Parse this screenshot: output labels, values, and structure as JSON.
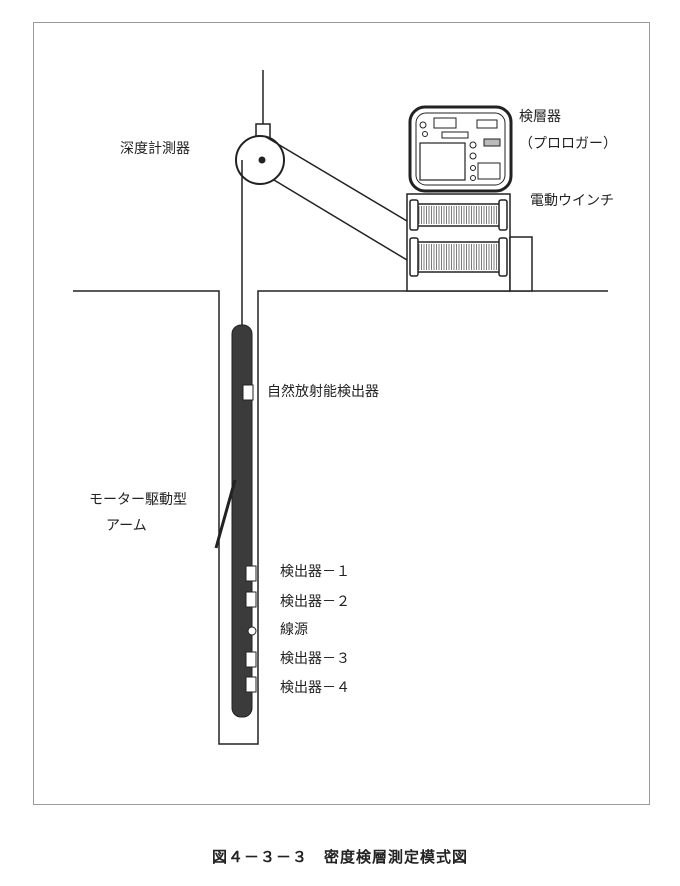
{
  "labels": {
    "depth_meter": "深度計測器",
    "logger": "検層器",
    "logger_sub": "（プロロガー）",
    "winch": "電動ウインチ",
    "natural_detector": "自然放射能検出器",
    "motor_arm_line1": "モーター駆動型",
    "motor_arm_line2": "アーム",
    "detector_1": "検出器－１",
    "detector_2": "検出器－２",
    "source": "線源",
    "detector_3": "検出器－３",
    "detector_4": "検出器－４"
  },
  "caption": "図４－３－３　密度検層測定模式図"
}
